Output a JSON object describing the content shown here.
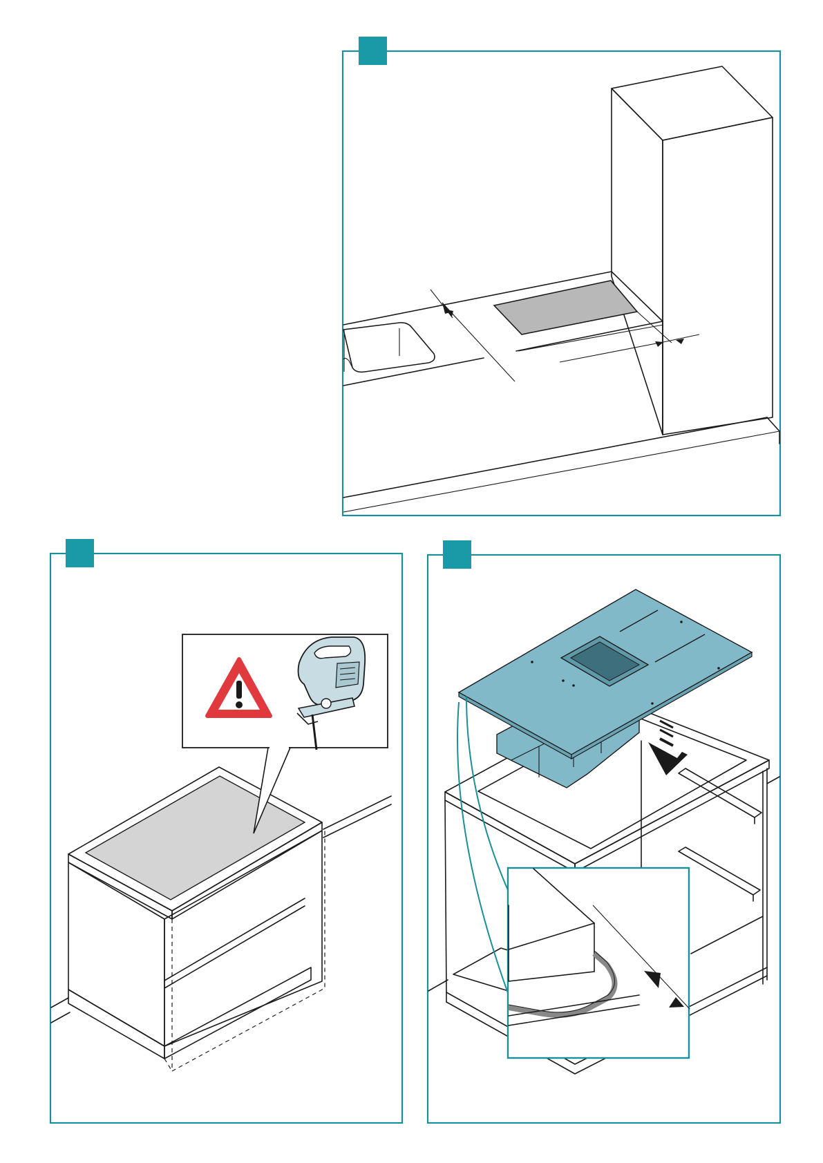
{
  "panels": [
    {
      "id": "panel-a",
      "badge_color": "#1a9aa6",
      "frame_color": "#1a8f9a",
      "content": "countertop-cutout-position"
    },
    {
      "id": "panel-b",
      "badge_color": "#1a9aa6",
      "frame_color": "#1a8f9a",
      "content": "base-cabinet-cutout-warning"
    },
    {
      "id": "panel-c",
      "badge_color": "#1a9aa6",
      "frame_color": "#1a8f9a",
      "content": "hob-insertion-with-seal-detail"
    }
  ],
  "icons": {
    "warning": "warning-triangle-icon",
    "tool": "jigsaw-icon",
    "arrow": "insert-down-arrow-icon"
  },
  "colors": {
    "accent": "#1a9aa6",
    "cutout_grey": "#b8b8b8",
    "hob_blue": "#82b9c8",
    "warning_red": "#e03a3e",
    "seal_grey": "#888888"
  }
}
